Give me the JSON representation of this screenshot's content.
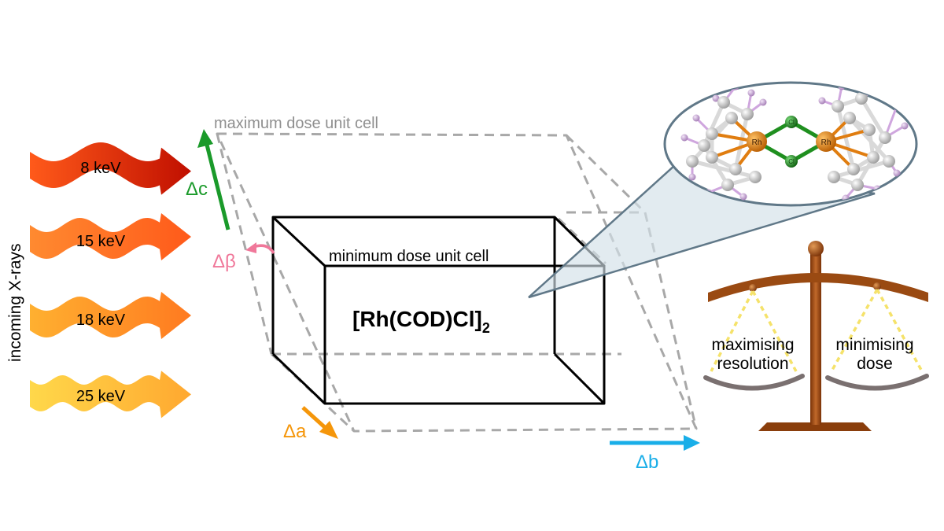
{
  "side_label": "incoming X-rays",
  "beams": [
    {
      "label": "8 keV",
      "color_start": "#ff5a1a",
      "color_end": "#c00f00",
      "wave": "high"
    },
    {
      "label": "15 keV",
      "color_start": "#ff8a30",
      "color_end": "#ff5a1a",
      "wave": "mid"
    },
    {
      "label": "18 keV",
      "color_start": "#ffb030",
      "color_end": "#ff7a20",
      "wave": "mid"
    },
    {
      "label": "25 keV",
      "color_start": "#ffd84a",
      "color_end": "#ffa830",
      "wave": "low"
    }
  ],
  "cells": {
    "max_label": "maximum dose unit cell",
    "min_label": "minimum dose unit cell",
    "compound_main": "[Rh(COD)Cl]",
    "compound_sub": "2"
  },
  "axes": {
    "c": {
      "label": "Δc",
      "color": "#1a9a2a"
    },
    "beta": {
      "label": "Δβ",
      "color": "#f0789a"
    },
    "a": {
      "label": "Δa",
      "color": "#f5960a"
    },
    "b": {
      "label": "Δb",
      "color": "#19aee8"
    }
  },
  "molecule": {
    "rh_label": "Rh",
    "cl_label": "Cl",
    "rh_color": "#e07d10",
    "cl_color": "#1f8f1f",
    "c_color": "#c8c8c8",
    "h_color": "#c9a0d8"
  },
  "balance": {
    "left_label_1": "maximising",
    "left_label_2": "resolution",
    "right_label_1": "minimising",
    "right_label_2": "dose",
    "wood_color": "#9a4a12"
  }
}
